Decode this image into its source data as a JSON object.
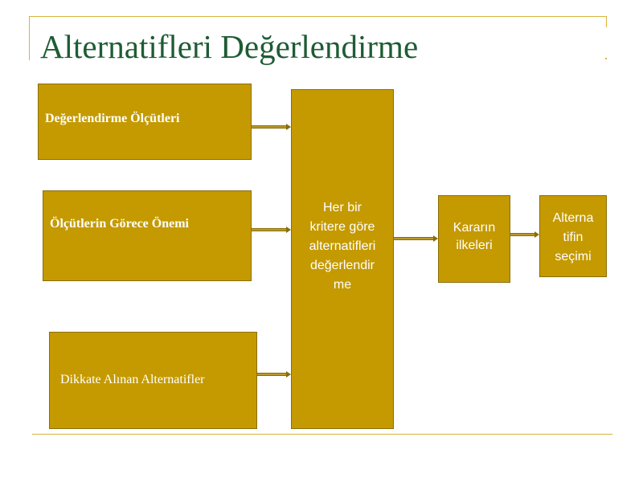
{
  "slide": {
    "title": "Alternatifleri Değerlendirme",
    "accent_color": "#d9b43c",
    "box_color": "#c49a00",
    "title_color": "#1f5c34"
  },
  "diagram": {
    "inputs": [
      {
        "label": "Değerlendirme Ölçütleri"
      },
      {
        "label": "Ölçütlerin Görece Önemi"
      },
      {
        "label": "Dikkate Alınan Alternatifler"
      }
    ],
    "evaluate": {
      "lines": [
        "Her bir",
        "kritere göre",
        "alternatifleri",
        "değerlendir",
        "me"
      ]
    },
    "principles": {
      "lines": [
        "Kararın",
        "ilkeleri"
      ]
    },
    "selection": {
      "lines": [
        "Alterna",
        "tifin",
        "seçimi"
      ]
    }
  }
}
